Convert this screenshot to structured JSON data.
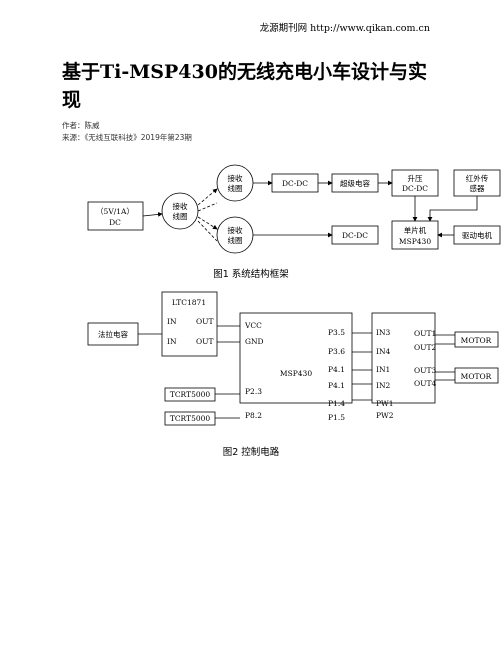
{
  "header": {
    "site": "龙源期刊网 http://www.qikan.com.cn"
  },
  "article": {
    "title": "基于Ti-MSP430的无线充电小车设计与实现",
    "author": "作者：陈威",
    "source": "来源：《无线互联科技》2019年第23期"
  },
  "figure1": {
    "caption": "图1  系统结构框架",
    "labels": {
      "source": "（5V/1A）",
      "source2": "DC",
      "tx_coil1": "接收",
      "tx_coil2": "线圈",
      "rx_coil_top1": "接收",
      "rx_coil_top2": "线圈",
      "rx_coil_bot1": "接收",
      "rx_coil_bot2": "线圈",
      "dcdc_top": "DC-DC",
      "supercap": "超级电容",
      "boost1": "升压",
      "boost2": "DC-DC",
      "ir1": "红外传",
      "ir2": "感器",
      "dcdc_bot": "DC-DC",
      "mcu1": "单片机",
      "mcu2": "MSP430",
      "motor": "驱动电机"
    }
  },
  "figure2": {
    "caption": "图2  控制电路",
    "labels": {
      "ltc": "LTC1871",
      "in1": "IN",
      "out1": "OUT",
      "in2": "IN",
      "out2": "OUT",
      "farad": "法拉电容",
      "vcc": "VCC",
      "gnd": "GND",
      "msp": "MSP430",
      "p35": "P3.5",
      "p36": "P3.6",
      "p41a": "P4.1",
      "p41b": "P4.1",
      "p14": "P1.4",
      "p15": "P1.5",
      "p23": "P2.3",
      "p82": "P8.2",
      "tcrt1": "TCRT5000",
      "tcrt2": "TCRT5000",
      "in3": "IN3",
      "in4": "IN4",
      "in_1": "IN1",
      "in_2": "IN2",
      "pw1": "PW1",
      "pw2": "PW2",
      "o1": "OUT1",
      "o2": "OUT2",
      "o3": "OUT3",
      "o4": "OUT4",
      "motor1": "MOTOR",
      "motor2": "MOTOR"
    }
  }
}
